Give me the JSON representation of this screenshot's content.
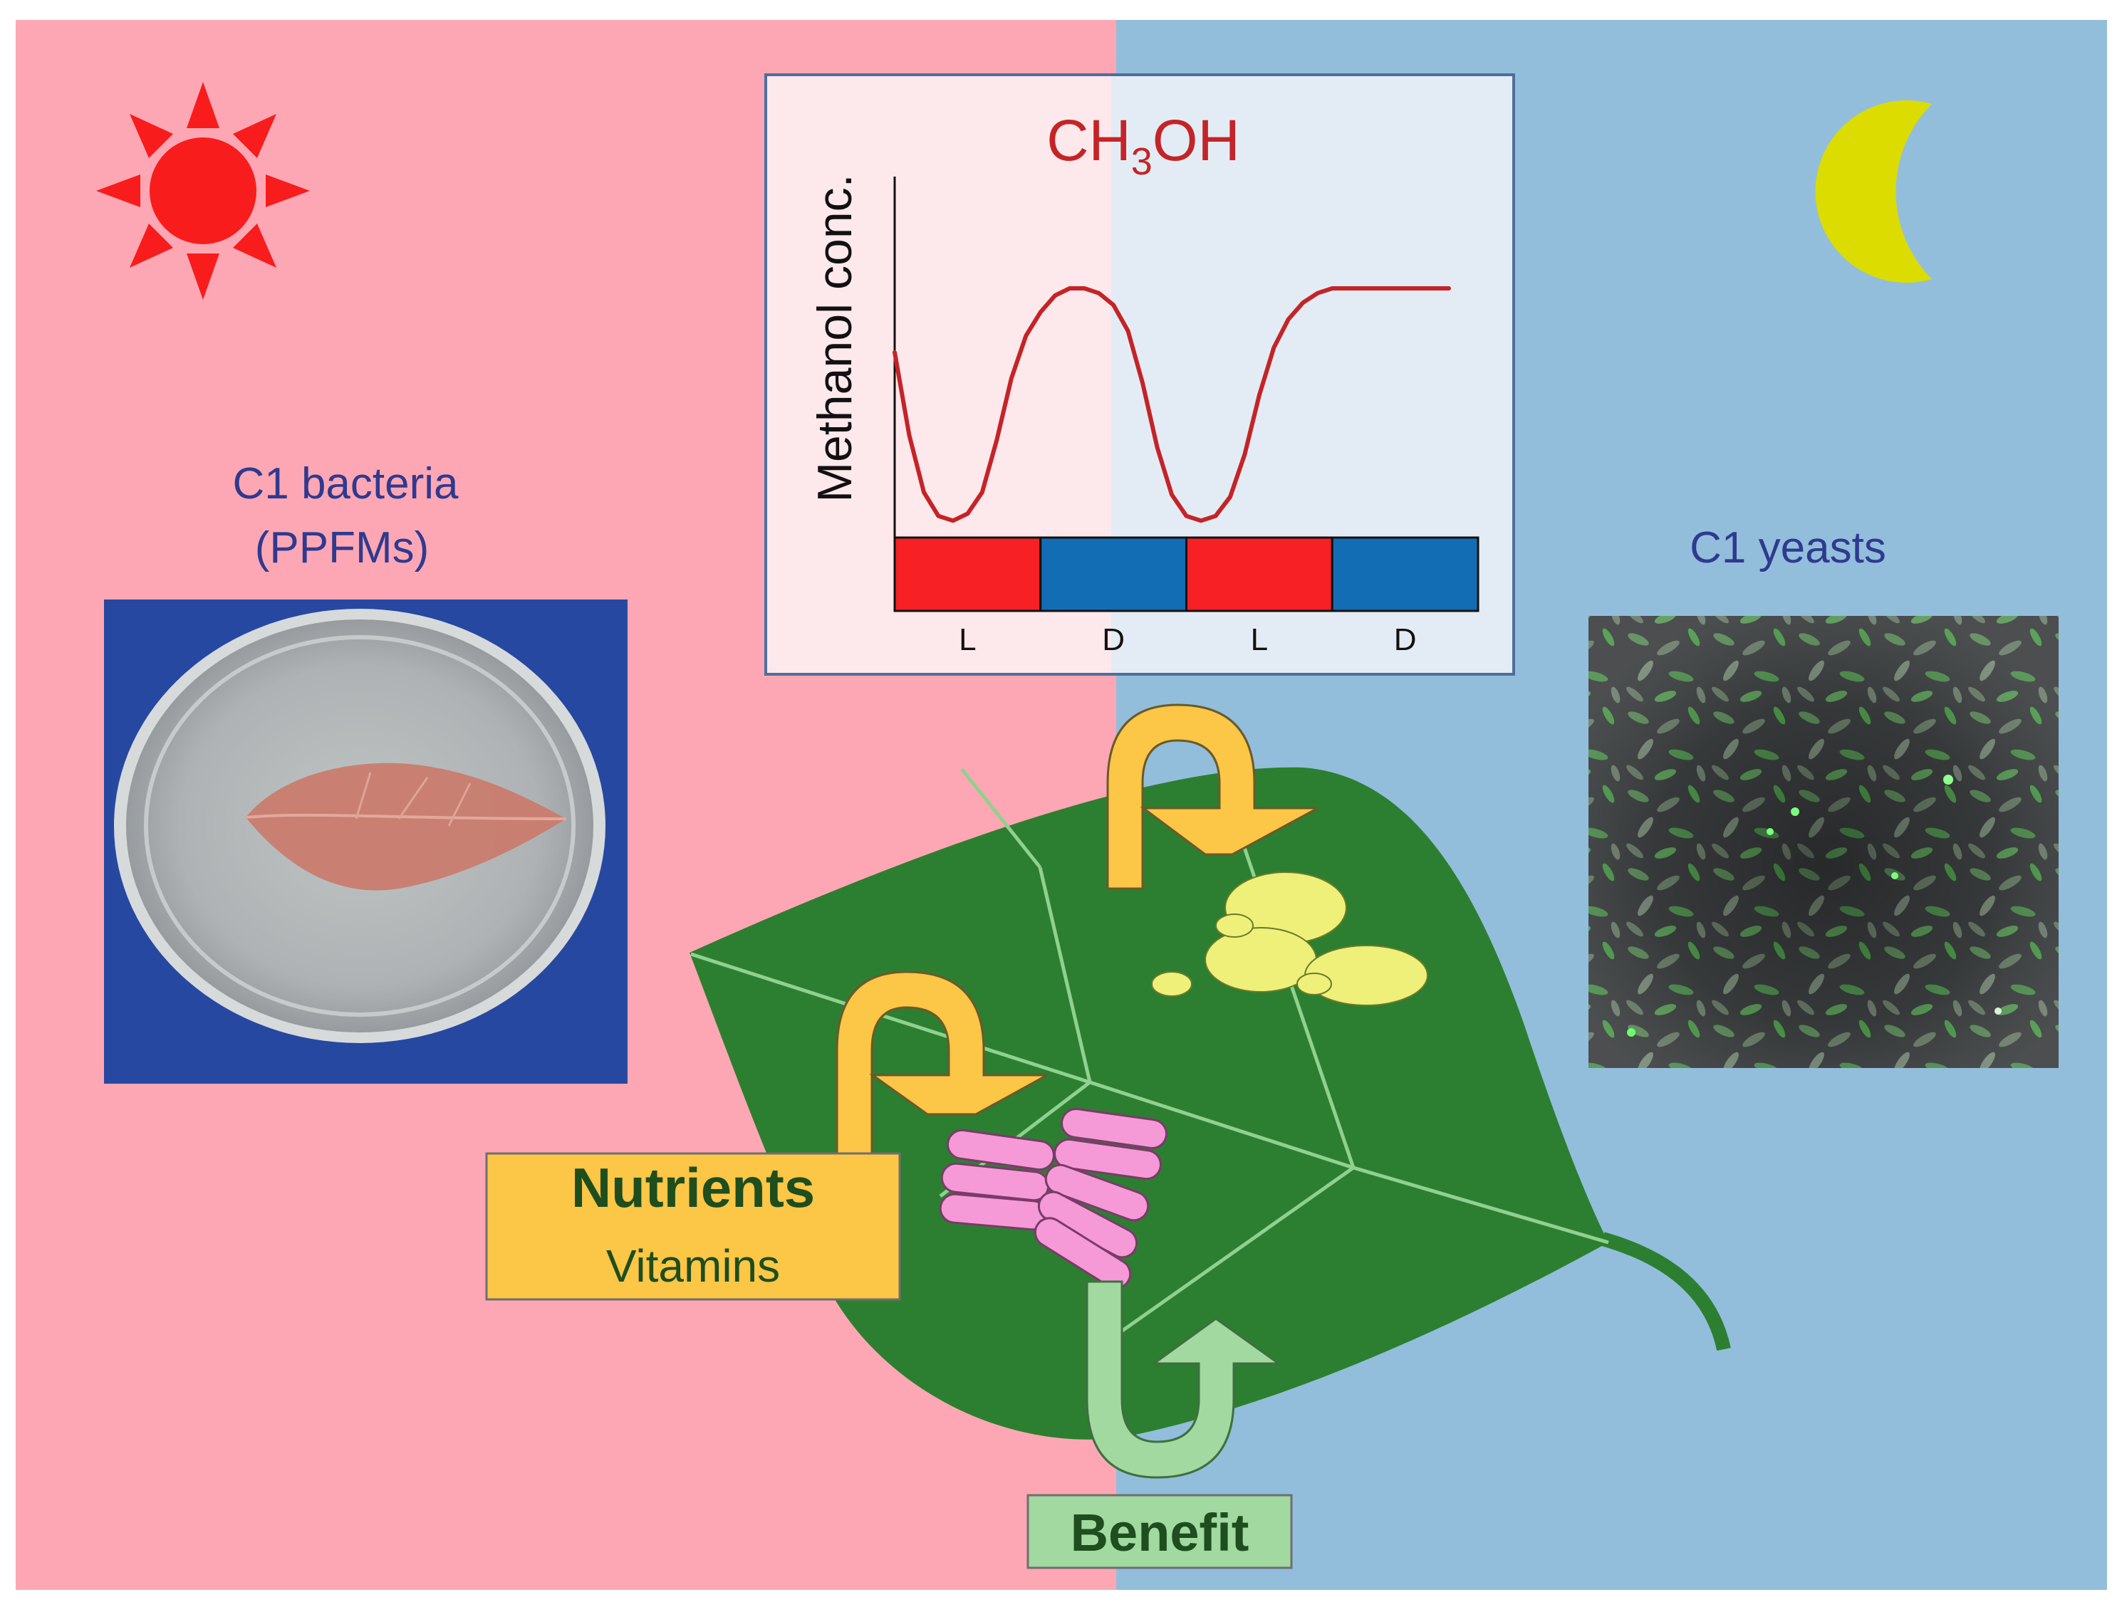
{
  "colors": {
    "day_bg": "#fea7b4",
    "night_bg": "#92bedc",
    "sun": "#f81c1d",
    "moon": "#dcdc00",
    "leaf": "#2c7f30",
    "leaf_vein": "#8fd18f",
    "bacteria": "#f59ad7",
    "yeast": "#eef07a",
    "arrow_orange": "#fcc646",
    "arrow_green": "#a1d9a1",
    "dark_green_text": "#1e4d1e",
    "label_blue": "#2f3a8f",
    "chart_red": "#c42427",
    "chart_light": "#f62025",
    "chart_dark": "#126db5"
  },
  "labels": {
    "c1_bacteria_line1": "C1 bacteria",
    "c1_bacteria_line2": "(PPFMs)",
    "c1_yeasts": "C1 yeasts",
    "nutrients": "Nutrients",
    "vitamins": "Vitamins",
    "benefit": "Benefit"
  },
  "icons": {
    "sun": "sun-icon",
    "moon": "moon-icon",
    "petri_dish": "petri-dish-photo",
    "yeast_micrograph": "yeast-micrograph-photo",
    "leaf": "leaf-illustration"
  },
  "chart_data": {
    "type": "line",
    "title_parts": [
      "CH",
      "3",
      "OH"
    ],
    "ylabel": "Methanol conc.",
    "xlabel": "",
    "phases": [
      "L",
      "D",
      "L",
      "D"
    ],
    "phase_colors": [
      "#f62025",
      "#126db5",
      "#f62025",
      "#126db5"
    ],
    "grid": false,
    "curve": {
      "x": [
        0,
        0.1,
        0.2,
        0.3,
        0.4,
        0.5,
        0.6,
        0.7,
        0.8,
        0.9,
        1,
        1.1,
        1.2,
        1.3,
        1.4,
        1.5,
        1.6,
        1.7,
        1.8,
        1.9,
        2,
        2.1,
        2.2,
        2.3,
        2.4,
        2.5,
        2.6,
        2.7,
        2.8,
        2.9,
        3,
        3.1,
        3.2,
        3.3,
        3.4,
        3.5,
        3.6,
        3.7,
        3.8
      ],
      "y": [
        0.73,
        0.38,
        0.14,
        0.04,
        0.02,
        0.05,
        0.14,
        0.36,
        0.62,
        0.8,
        0.9,
        0.97,
        1.0,
        1.0,
        0.98,
        0.93,
        0.82,
        0.6,
        0.33,
        0.13,
        0.04,
        0.02,
        0.04,
        0.12,
        0.3,
        0.55,
        0.75,
        0.87,
        0.94,
        0.98,
        1.0,
        1.0,
        1.0,
        1.0,
        1.0,
        1.0,
        1.0,
        1.0,
        1.0
      ]
    }
  }
}
